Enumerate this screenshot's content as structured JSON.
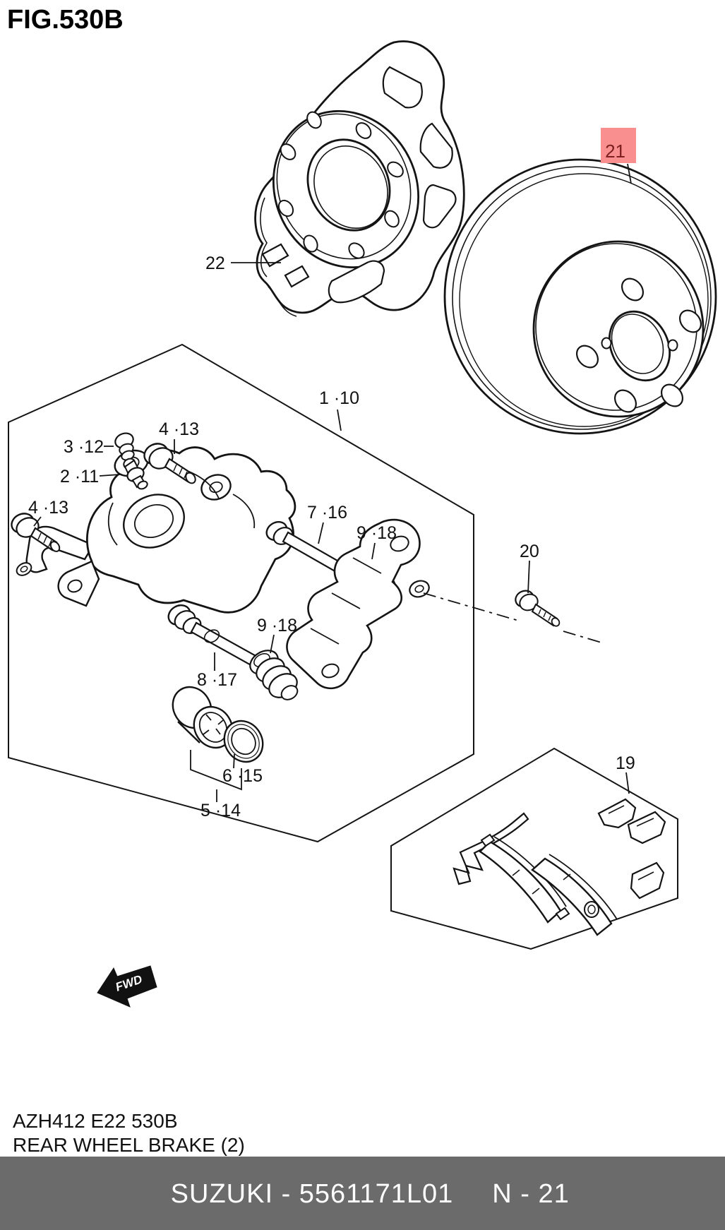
{
  "figure_title": "FIG.530B",
  "colors": {
    "highlight_bg": "#f98f8f",
    "highlight_text": "#7e2020",
    "footer_bg": "#6b6b6b",
    "footer_text": "#ffffff",
    "line": "#141414"
  },
  "callouts": {
    "backing_plate": "22",
    "brake_disc": "21",
    "caliper_assembly": "1 ·10",
    "bleeder_cap": "3 ·12",
    "bleeder_screw": "2 ·11",
    "caliper_bolt_upper": "4 ·13",
    "caliper_bolt_lower": "4 ·13",
    "guide_pin_upper": "7 ·16",
    "pin_boot_upper": "9 ·18",
    "guide_pin_lower": "8 ·17",
    "pin_boot_lower": "9 ·18",
    "piston_seal": "6 ·15",
    "piston_set": "5 ·14",
    "carrier_bolt": "20",
    "pad_set": "19"
  },
  "direction_arrow": "FWD",
  "caption": {
    "code_line": "AZH412 E22 530B",
    "title_line": "REAR WHEEL BRAKE (2)"
  },
  "footer": {
    "left": "SUZUKI - 5561171L01",
    "right": "N - 21"
  }
}
